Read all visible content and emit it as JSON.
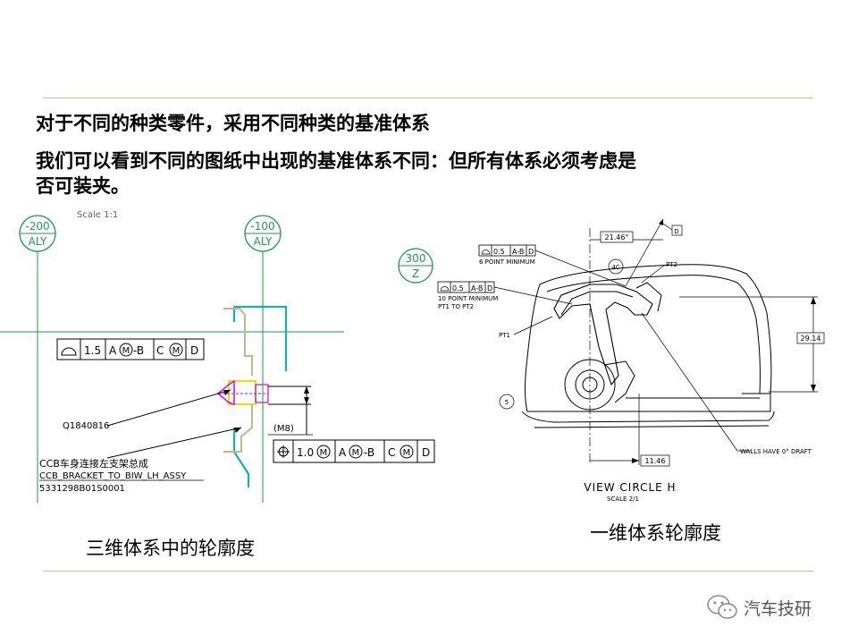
{
  "heading": {
    "line1": "对于不同的种类零件，采用不同种类的基准体系",
    "line2": "我们可以看到不同的图纸中出现的基准体系不同：但所有体系必须考虑是",
    "line3": "否可装夹。"
  },
  "left_drawing": {
    "balloon_a": {
      "top": "-200",
      "bottom": "ALY"
    },
    "balloon_b": {
      "top": "-100",
      "bottom": "ALY"
    },
    "scale_text": "Scale  1:1",
    "fcf1": {
      "value": "1.5",
      "datum1": "A",
      "datum1_suffix": "-B",
      "datum2": "C",
      "datum3": "D",
      "modifier": "M"
    },
    "fcf2": {
      "value": "1.0",
      "datum1": "A",
      "datum1_suffix": "-B",
      "datum2": "C",
      "datum3": "D",
      "modifier": "M"
    },
    "thread_label": "(M8)",
    "part_number": "Q1840816",
    "ccb_label": "CCB车身连接左支架总成",
    "ccb_code": "CCB_BRACKET_TO_BIW_LH_ASSY",
    "ccb_id": "5331298B01S0001"
  },
  "right_drawing": {
    "balloon": {
      "top": "300",
      "bottom": "Z"
    },
    "fcf1": {
      "value": "0.5",
      "datums": "A-B",
      "datum2": "D",
      "note": "6 POINT MINIMUM"
    },
    "fcf2": {
      "value": "0.5",
      "datums": "A-B",
      "datum2": "D",
      "note1": "10 POINT MINIMUM",
      "note2": "PT1 TO PT2"
    },
    "dim_angle": "21.46°",
    "dim_height": "29.14",
    "dim_bottom": "11.46",
    "datum_flag": "D",
    "pt1": "PT1",
    "pt2": "PT2",
    "callout_4c": "4C",
    "callout_5": "5",
    "walls_note": "WALLS HAVE 0° DRAFT",
    "view_title": "VIEW CIRCLE H",
    "view_scale": "SCALE 2/1"
  },
  "captions": {
    "left": "三维体系中的轮廓度",
    "right": "一维体系轮廓度"
  },
  "watermark": {
    "text": "汽车技研"
  },
  "colors": {
    "rule": "#b8c98a",
    "balloon": "#1e9a4e",
    "cyan": "#12b3a8",
    "magenta": "#e000e0",
    "yellow": "#e8e000"
  }
}
